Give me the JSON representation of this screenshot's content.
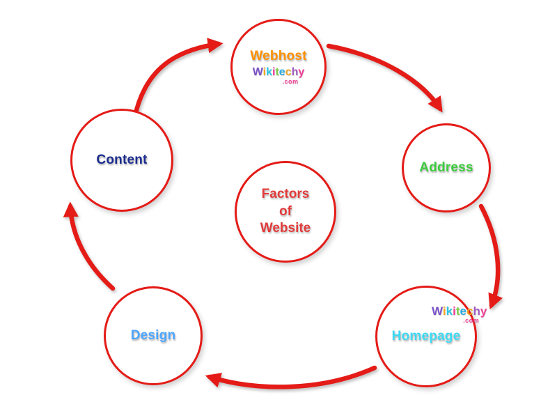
{
  "diagram": {
    "center": {
      "line1": "Factors",
      "line2": "of",
      "line3": "Website",
      "color": "#e23b3b"
    },
    "nodes": {
      "webhost": {
        "label": "Webhost",
        "color": "#ff9100"
      },
      "address": {
        "label": "Address",
        "color": "#3ecc3e"
      },
      "homepage": {
        "label": "Homepage",
        "color": "#3fd9f2"
      },
      "design": {
        "label": "Design",
        "color": "#4da6ff"
      },
      "content": {
        "label": "Content",
        "color": "#1b2c8f"
      }
    },
    "edges": [
      {
        "from": "Content",
        "to": "Webhost"
      },
      {
        "from": "Webhost",
        "to": "Address"
      },
      {
        "from": "Address",
        "to": "Homepage"
      },
      {
        "from": "Homepage",
        "to": "Design"
      },
      {
        "from": "Design",
        "to": "Content"
      }
    ],
    "arrow_color": "#e41b17",
    "circle_border_color": "#e41b17"
  },
  "logo": {
    "text": "Wikitechy",
    "suffix": ".com",
    "suffix_color": "#ef3e96",
    "letters": [
      {
        "ch": "W",
        "color": "#7b52c7"
      },
      {
        "ch": "i",
        "color": "#f5a623"
      },
      {
        "ch": "k",
        "color": "#29c5e6"
      },
      {
        "ch": "i",
        "color": "#ef3e96"
      },
      {
        "ch": "t",
        "color": "#7ac943"
      },
      {
        "ch": "e",
        "color": "#29abe2"
      },
      {
        "ch": "c",
        "color": "#f5a623"
      },
      {
        "ch": "h",
        "color": "#a05cc2"
      },
      {
        "ch": "y",
        "color": "#ef3e96"
      }
    ]
  }
}
